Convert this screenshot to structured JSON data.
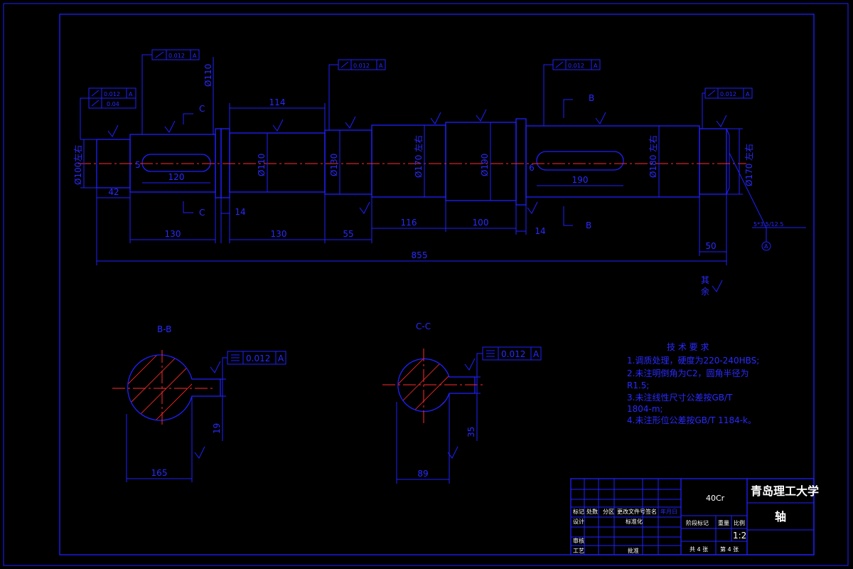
{
  "colors": {
    "background": "#000000",
    "outline": "#2020ff",
    "centerline": "#ff2a2a",
    "title_text": "#ffffff"
  },
  "dims": {
    "d110": "Ø110",
    "d100": "Ø100左右",
    "d110_b": "Ø110",
    "d130": "Ø130",
    "d170": "Ø170 左右",
    "d190": "Ø190",
    "d180": "Ø180 左右",
    "d170_r": "Ø170 左右",
    "len114": "114",
    "len120": "120",
    "len190": "190",
    "len5": "5",
    "len6": "6",
    "len42": "42",
    "len130a": "130",
    "len130b": "130",
    "len14a": "14",
    "len55": "55",
    "len116": "116",
    "len100": "100",
    "len14b": "14",
    "len855": "855",
    "len50": "50",
    "bb_165": "165",
    "bb_19": "19",
    "cc_89": "89",
    "cc_35": "35"
  },
  "tolerances": {
    "t1": "0.012",
    "t1_ref": "A",
    "t2": "0.012",
    "t2_ref": "A",
    "t2b": "0.04",
    "t3": "0.012",
    "t3_ref": "A",
    "t4": "0.012",
    "t4_ref": "A",
    "t5": "0.012",
    "t5_ref": "A",
    "bb_sym": "0.012",
    "bb_ref": "A",
    "cc_sym": "0.012",
    "cc_ref": "A"
  },
  "section_marks": {
    "c_top": "C",
    "c_bottom": "C",
    "b_top": "B",
    "b_bottom": "B"
  },
  "section_titles": {
    "bb": "B-B",
    "cc": "C-C"
  },
  "center_hole": "5*3.5/12.5",
  "datum": "A",
  "other_roughness": "其\n余",
  "tech": {
    "heading": "技 术 要 求",
    "lines": [
      "1.调质处理，硬度为220-240HBS;",
      "2.未注明倒角为C2，圆角半径为",
      "R1.5;",
      "3.未注线性尺寸公差按GB/T",
      "1804-m;",
      "4.未注形位公差按GB/T 1184-k。"
    ]
  },
  "title_block": {
    "material": "40Cr",
    "school": "青岛理工大学",
    "part_name": "轴",
    "headers": [
      "标记",
      "处数",
      "分区",
      "更改文件号",
      "签名",
      "年月日"
    ],
    "design": "设计",
    "standardize": "标准化",
    "review": "审核",
    "process": "工艺",
    "approve": "批准",
    "stage_mark": "阶段标记",
    "weight": "重量",
    "scale_label": "比例",
    "scale": "1:2",
    "sheets_total": "共 4 张",
    "sheet_no": "第 4 张"
  }
}
